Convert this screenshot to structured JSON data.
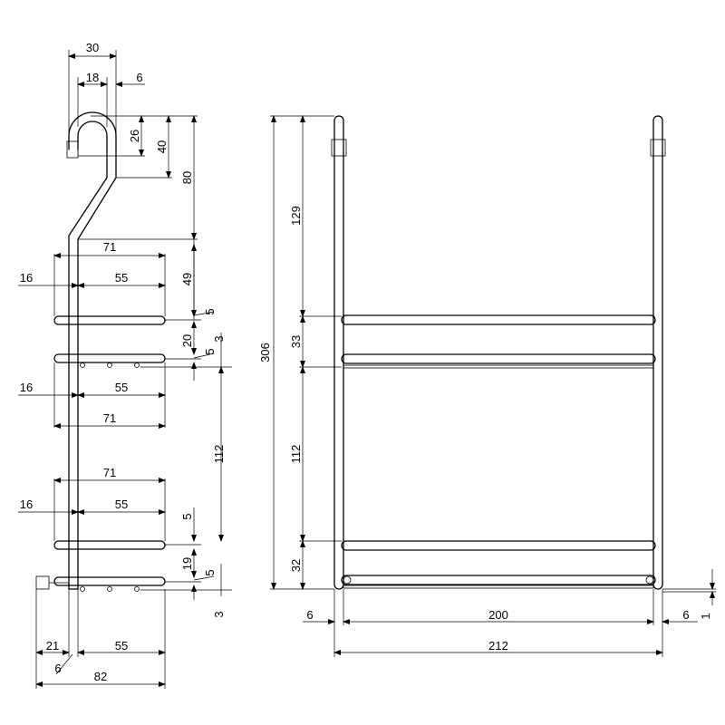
{
  "drawing": {
    "side_view": {
      "hook_width": "30",
      "hook_inner": "18",
      "wire_thickness": "6",
      "hook_drop": "26",
      "hook_height": "40",
      "bend_height": "80",
      "upper_gap": "49",
      "tier_gap_small": "20",
      "tier_gap_large": "112",
      "bottom_gap": "19",
      "rod_length": "71",
      "rod_span": "55",
      "rod_offset": "16",
      "rod_diameter": "5",
      "dot_diameter": "3",
      "foot_offset": "21",
      "foot_width": "6",
      "total_depth": "82"
    },
    "front_view": {
      "total_height": "306",
      "top_section": "129",
      "upper_gap": "33",
      "middle_section": "112",
      "lower_gap": "32",
      "inner_width": "200",
      "side_thickness": "6",
      "total_width": "212",
      "base_offset": "1"
    }
  }
}
